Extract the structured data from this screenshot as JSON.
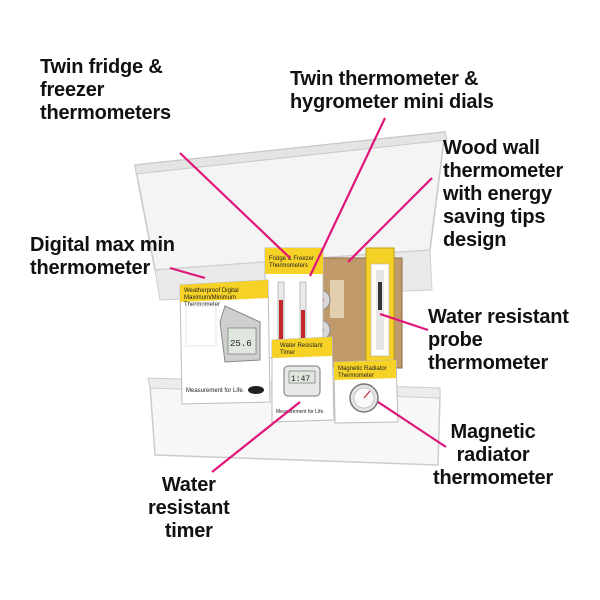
{
  "accent_color": "#e0157a",
  "callouts": {
    "twin_fridge": "Twin fridge &\nfreezer\nthermometers",
    "twin_hygro": "Twin thermometer &\nhygrometer mini dials",
    "wood_wall": "Wood wall\nthermometer\nwith energy\nsaving tips\ndesign",
    "digital_maxmin": "Digital max min\nthermometer",
    "probe": "Water resistant\nprobe\nthermometer",
    "magnetic": "Magnetic\nradiator\nthermometer",
    "timer": "Water\nresistant\ntimer"
  },
  "packages": {
    "weatherproof_title": "Weatherproof Digital\nMaximum/Minimum\nThermometer",
    "weatherproof_footer": "Measurement for Life.",
    "weatherproof_display": "25.6",
    "fridge_title": "Fridge & Freezer\nThermometers",
    "timer_title": "Water Resistant\nTimer",
    "timer_footer": "Measurement for Life.",
    "timer_display": "1:47",
    "magnetic_title": "Magnetic Radiator\nThermometer"
  }
}
